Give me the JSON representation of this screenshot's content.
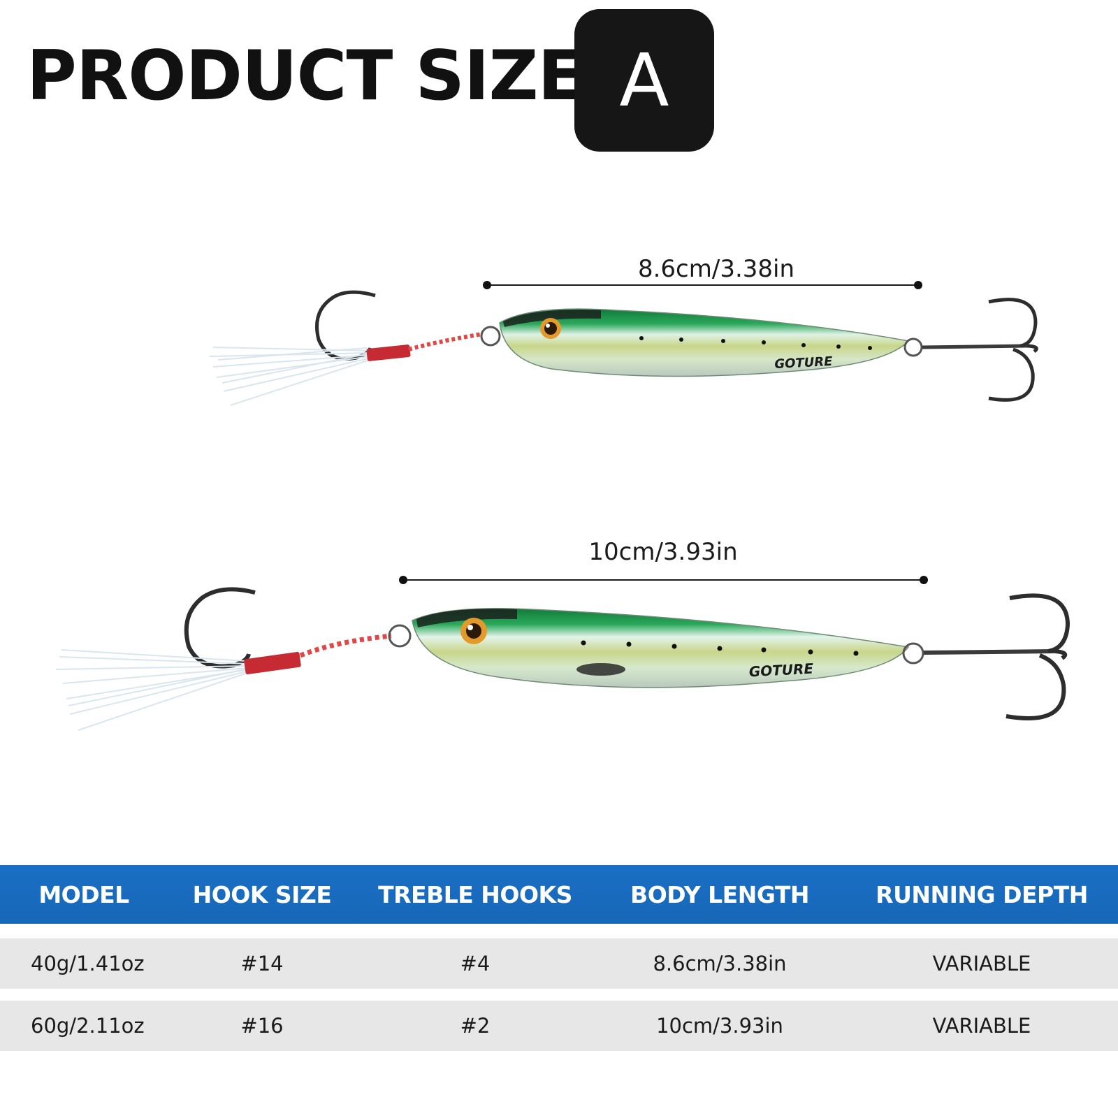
{
  "header": {
    "title": "PRODUCT SIZE",
    "variant": "A"
  },
  "lures": [
    {
      "dimension_label": "8.6cm/3.38in",
      "brand": "GOTURE"
    },
    {
      "dimension_label": "10cm/3.93in",
      "brand": "GOTURE"
    }
  ],
  "colors": {
    "header_blue": "#1a6fc4",
    "row_gray": "#e7e7e7",
    "lure_green": "#1e9a4e",
    "badge_black": "#161616"
  },
  "spec_table": {
    "columns": [
      "MODEL",
      "HOOK SIZE",
      "TREBLE HOOKS",
      "BODY LENGTH",
      "RUNNING DEPTH"
    ],
    "rows": [
      [
        "40g/1.41oz",
        "#14",
        "#4",
        "8.6cm/3.38in",
        "VARIABLE"
      ],
      [
        "60g/2.11oz",
        "#16",
        "#2",
        "10cm/3.93in",
        "VARIABLE"
      ]
    ]
  }
}
